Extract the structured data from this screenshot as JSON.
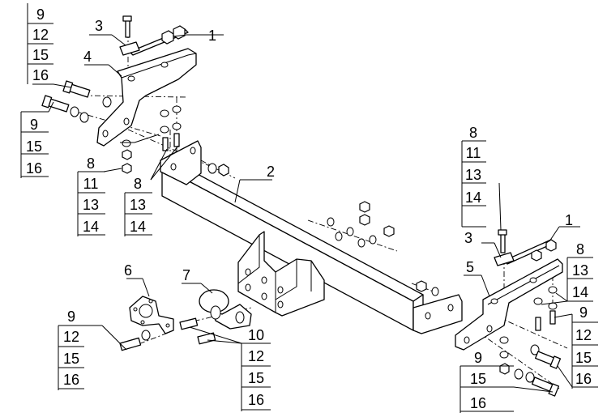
{
  "callouts": {
    "top_left_stack": [
      "9",
      "12",
      "15",
      "16"
    ],
    "left_bolt_stack": [
      "9",
      "15",
      "16"
    ],
    "left_nut_stack": [
      "8",
      "11",
      "13",
      "14"
    ],
    "left_center_stack": [
      "8",
      "13",
      "14"
    ],
    "right_nut_stack": [
      "8",
      "11",
      "13",
      "14"
    ],
    "right_washer_stack": [
      "8",
      "13",
      "14"
    ],
    "right_bolt_stack": [
      "9",
      "12",
      "15",
      "16"
    ],
    "bottom_right_stack": [
      "9",
      "15",
      "16"
    ],
    "bottom_left_stack": [
      "9",
      "12",
      "15",
      "16"
    ],
    "ball_bolt_stack": [
      "10",
      "12",
      "15",
      "16"
    ]
  },
  "part_labels": {
    "plate_left": "3",
    "bracket_top_left": "1",
    "bracket_left": "4",
    "crossbar": "2",
    "plate_right": "3",
    "bracket_top_right": "1",
    "bracket_right": "5",
    "socket_plate": "6",
    "tow_ball": "7"
  }
}
